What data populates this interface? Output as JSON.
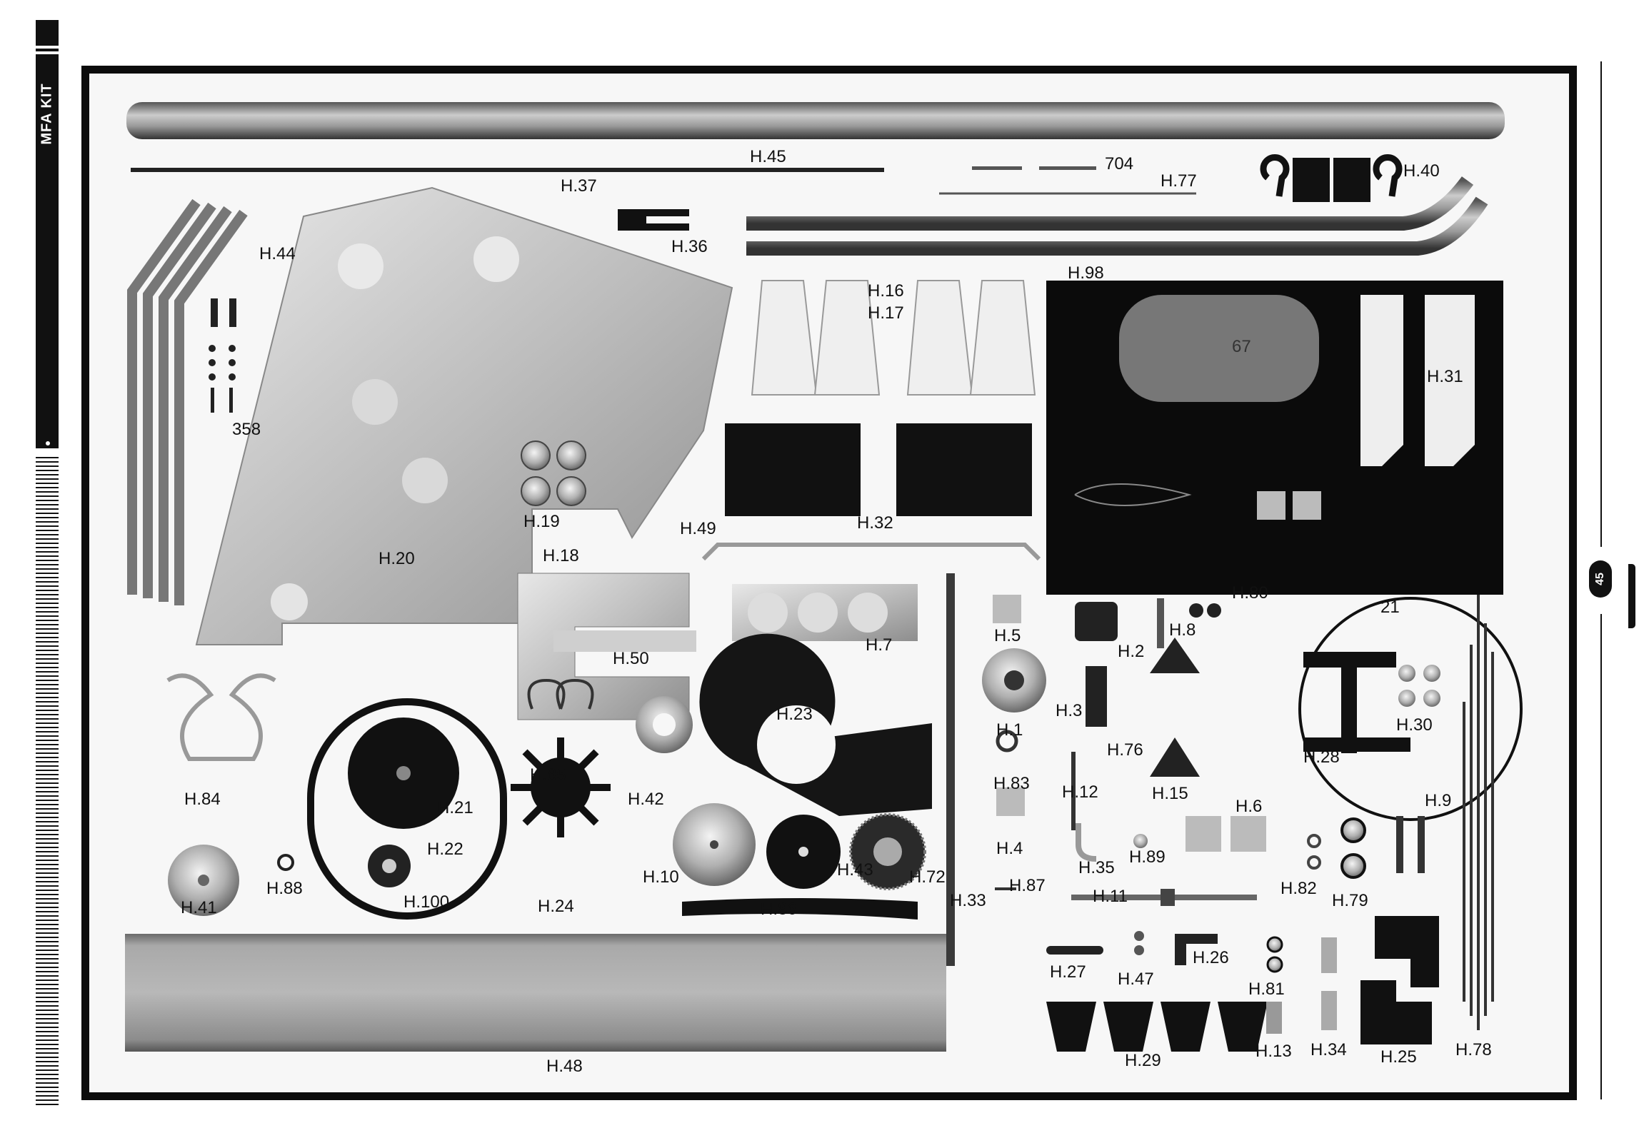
{
  "side_tab": {
    "title": "MFA KIT"
  },
  "page_number": "45",
  "parts": [
    {
      "id": "h45",
      "text": "H.45"
    },
    {
      "id": "h37",
      "text": "H.37"
    },
    {
      "id": "p704",
      "text": "704"
    },
    {
      "id": "h77",
      "text": "H.77"
    },
    {
      "id": "h40",
      "text": "H.40"
    },
    {
      "id": "h44",
      "text": "H.44"
    },
    {
      "id": "h36",
      "text": "H.36"
    },
    {
      "id": "h98",
      "text": "H.98"
    },
    {
      "id": "h16",
      "text": "H.16"
    },
    {
      "id": "h17",
      "text": "H.17"
    },
    {
      "id": "p67",
      "text": "67"
    },
    {
      "id": "h31",
      "text": "H.31"
    },
    {
      "id": "p358",
      "text": "358"
    },
    {
      "id": "h19",
      "text": "H.19"
    },
    {
      "id": "h49",
      "text": "H.49"
    },
    {
      "id": "h32",
      "text": "H.32"
    },
    {
      "id": "h20",
      "text": "H.20"
    },
    {
      "id": "h18",
      "text": "H.18"
    },
    {
      "id": "h80",
      "text": "H.80"
    },
    {
      "id": "p21",
      "text": "21"
    },
    {
      "id": "h5",
      "text": "H.5"
    },
    {
      "id": "h8",
      "text": "H.8"
    },
    {
      "id": "h2",
      "text": "H.2"
    },
    {
      "id": "h7",
      "text": "H.7"
    },
    {
      "id": "h50",
      "text": "H.50"
    },
    {
      "id": "h23",
      "text": "H.23"
    },
    {
      "id": "h1",
      "text": "H.1"
    },
    {
      "id": "h3",
      "text": "H.3"
    },
    {
      "id": "h30",
      "text": "H.30"
    },
    {
      "id": "h76",
      "text": "H.76"
    },
    {
      "id": "h28",
      "text": "H.28"
    },
    {
      "id": "h84",
      "text": "H.84"
    },
    {
      "id": "h85",
      "text": "H.85"
    },
    {
      "id": "h83",
      "text": "H.83"
    },
    {
      "id": "h12",
      "text": "H.12"
    },
    {
      "id": "h15",
      "text": "H.15"
    },
    {
      "id": "h9",
      "text": "H.9"
    },
    {
      "id": "h42",
      "text": "H.42"
    },
    {
      "id": "h21",
      "text": "H.21"
    },
    {
      "id": "h6",
      "text": "H.6"
    },
    {
      "id": "h22",
      "text": "H.22"
    },
    {
      "id": "h4",
      "text": "H.4"
    },
    {
      "id": "h89",
      "text": "H.89"
    },
    {
      "id": "h35",
      "text": "H.35"
    },
    {
      "id": "h43",
      "text": "H.43"
    },
    {
      "id": "h10",
      "text": "H.10"
    },
    {
      "id": "h72",
      "text": "H.72"
    },
    {
      "id": "h87",
      "text": "H.87"
    },
    {
      "id": "h82",
      "text": "H.82"
    },
    {
      "id": "h88",
      "text": "H.88"
    },
    {
      "id": "h79",
      "text": "H.79"
    },
    {
      "id": "h41",
      "text": "H.41"
    },
    {
      "id": "h100",
      "text": "H.100"
    },
    {
      "id": "h24",
      "text": "H.24"
    },
    {
      "id": "h86",
      "text": "H.86"
    },
    {
      "id": "h33",
      "text": "H.33"
    },
    {
      "id": "h11",
      "text": "H.11"
    },
    {
      "id": "h27",
      "text": "H.27"
    },
    {
      "id": "h26",
      "text": "H.26"
    },
    {
      "id": "h47",
      "text": "H.47"
    },
    {
      "id": "h81",
      "text": "H.81"
    },
    {
      "id": "h13",
      "text": "H.13"
    },
    {
      "id": "h34",
      "text": "H.34"
    },
    {
      "id": "h25",
      "text": "H.25"
    },
    {
      "id": "h78",
      "text": "H.78"
    },
    {
      "id": "h29",
      "text": "H.29"
    },
    {
      "id": "h48",
      "text": "H.48"
    }
  ]
}
